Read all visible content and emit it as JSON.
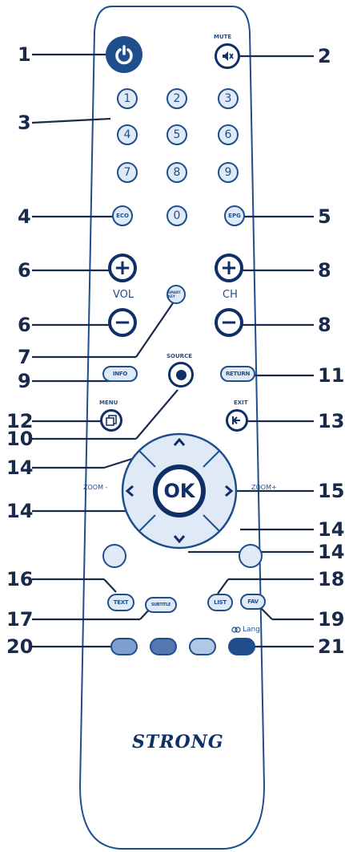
{
  "numbers": [
    "1",
    "2",
    "3",
    "4",
    "5",
    "6",
    "7",
    "8",
    "9",
    "0"
  ],
  "buttons": {
    "eco": "ECO",
    "epg": "EPG",
    "smart_key": "SMART KEY",
    "info": "INFO",
    "return": "RETURN",
    "ok": "OK",
    "text": "TEXT",
    "subtitle": "SUBTITLE",
    "list": "LIST",
    "fav": "FAV",
    "vol_plus": "+",
    "vol_minus": "−",
    "ch_plus": "+",
    "ch_minus": "−"
  },
  "labels": {
    "mute": "MUTE",
    "vol": "VOL",
    "ch": "CH",
    "source": "SOURCE",
    "menu": "MENU",
    "exit": "EXIT",
    "zoom_minus": "ZOOM -",
    "zoom_plus": "ZOOM+",
    "lang": "Lang"
  },
  "brand": "STRONG",
  "callouts": [
    "1",
    "2",
    "3",
    "4",
    "5",
    "6",
    "8",
    "6",
    "8",
    "7",
    "9",
    "11",
    "12",
    "13",
    "10",
    "14",
    "15",
    "14",
    "14",
    "14",
    "16",
    "18",
    "17",
    "19",
    "20",
    "21"
  ],
  "colors": {
    "outline": "#1f4e8c",
    "key_fill": "#dfeaf6",
    "red_key": "#7f9fcf",
    "green_key": "#5577b0",
    "yellow_key": "#b0c8e6",
    "blue_key": "#1f4e8c"
  }
}
